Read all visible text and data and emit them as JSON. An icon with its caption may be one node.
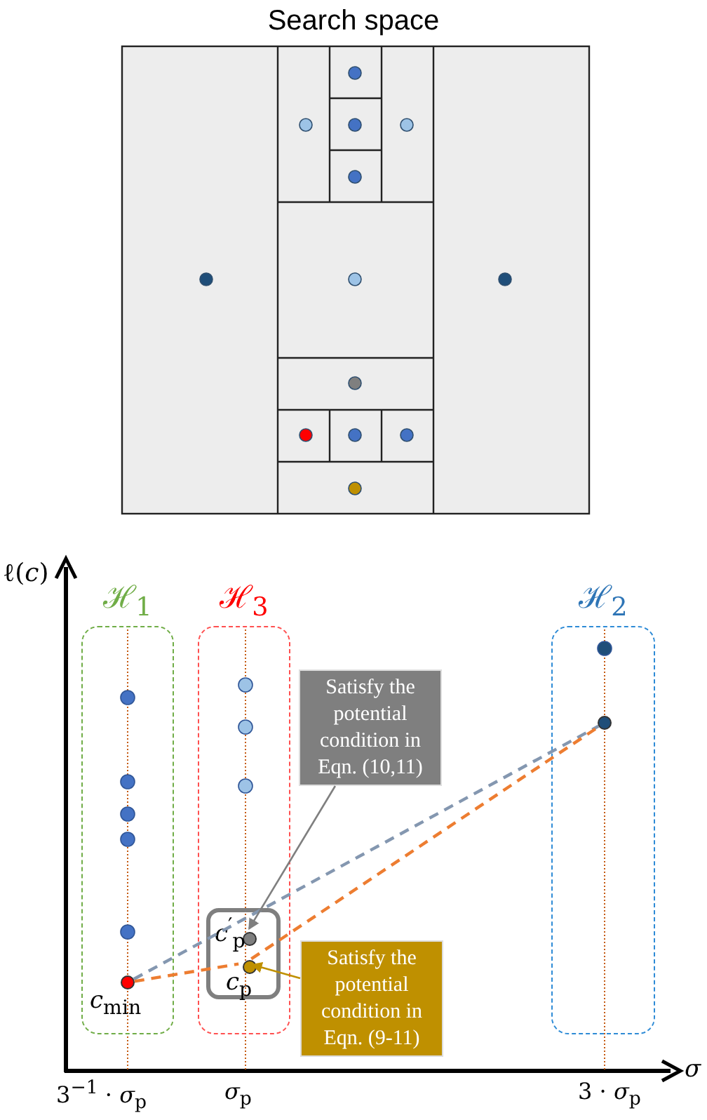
{
  "diagram": {
    "title": "Search space",
    "nodes": [
      {
        "text": [
          "ℋ$_{1}$"
        ]
      },
      {
        "text": [
          "ℋ$_{3}$"
        ]
      },
      {
        "text": [
          "ℋ$_{2}$"
        ]
      },
      {
        "text": [],
        "shape": "circle",
        "in": 0,
        "beside": [
          "*c*$_{min}$"
        ]
      },
      {
        "text": [],
        "shape": "box",
        "in": 1
      },
      {
        "text": [],
        "shape": "circle",
        "in": 4,
        "beside": [
          "*c*$^{′}$$_{p}$"
        ]
      },
      {
        "text": [],
        "shape": "circle",
        "in": 4,
        "beside": [
          "*c*$_{p}$"
        ]
      },
      {
        "text": [],
        "shape": "circle",
        "in": 2
      },
      {
        "text": [
          "Satisfy the potential condition in Eqn. (10,11)"
        ]
      },
      {
        "text": [
          "Satisfy the potential condition in Eqn. (9-11)"
        ]
      }
    ],
    "edges": [
      {
        "from": 3,
        "to": 7,
        "arrow": "none",
        "style": "dashed",
        "color": "#8497b0"
      },
      {
        "from": 3,
        "to": 6,
        "arrow": "none",
        "style": "dashed",
        "color": "#ed7d31"
      },
      {
        "from": 6,
        "to": 7,
        "arrow": "none",
        "style": "dashed",
        "color": "#ed7d31"
      },
      {
        "from": 8,
        "to": 5,
        "arrow": "to",
        "color": "#7f7f7f"
      },
      {
        "from": 9,
        "to": 6,
        "arrow": "to",
        "color": "#bf9000"
      }
    ],
    "labels": [
      "ℓ(*c*)",
      "*σ*",
      "3$^{−1}$ · *σ*$_{p}$",
      "*σ*$_{p}$",
      "3 · *σ*$_{p}$"
    ]
  }
}
